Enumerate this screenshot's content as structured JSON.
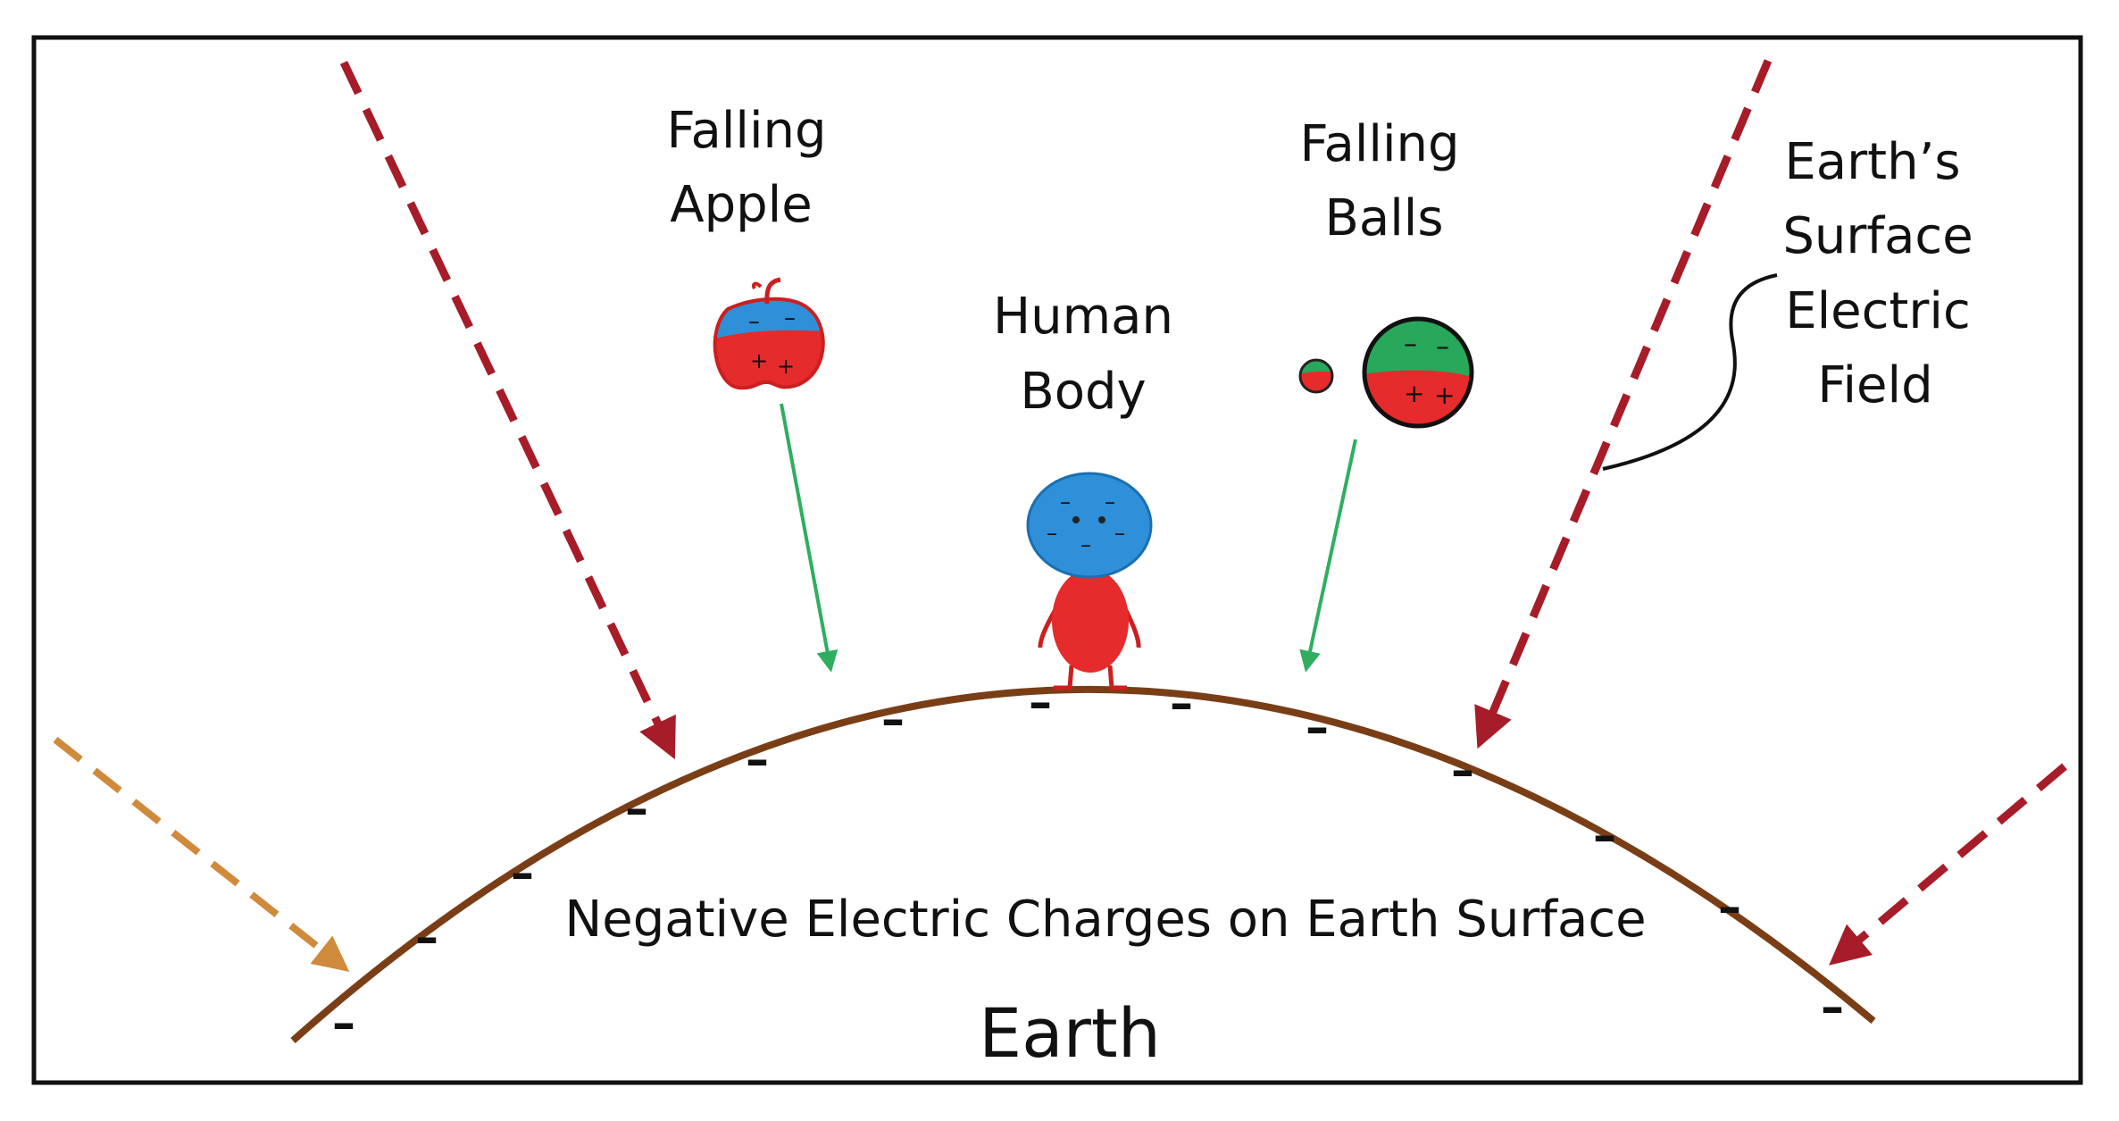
{
  "labels": {
    "falling_apple_line1": "Falling",
    "falling_apple_line2": "Apple",
    "human_body_line1": "Human",
    "human_body_line2": "Body",
    "falling_balls_line1": "Falling",
    "falling_balls_line2": "Balls",
    "field_line1": "Earth’s",
    "field_line2": "Surface",
    "field_line3": "Electric",
    "field_line4": "Field",
    "charges_caption": "Negative Electric Charges on Earth Surface",
    "earth": "Earth"
  },
  "charge_signs": {
    "negative": "–",
    "positive": "+"
  },
  "colors": {
    "field_arrow": "#a61c28",
    "field_arrow_faint": "#d08a3c",
    "fall_arrow": "#2fae5f",
    "earth_surface": "#7a3e17",
    "surface_charge": "#2e88b8",
    "positive_region": "#e52b2b",
    "negative_region_blue": "#2f8fd8",
    "negative_region_green": "#27a85a"
  }
}
